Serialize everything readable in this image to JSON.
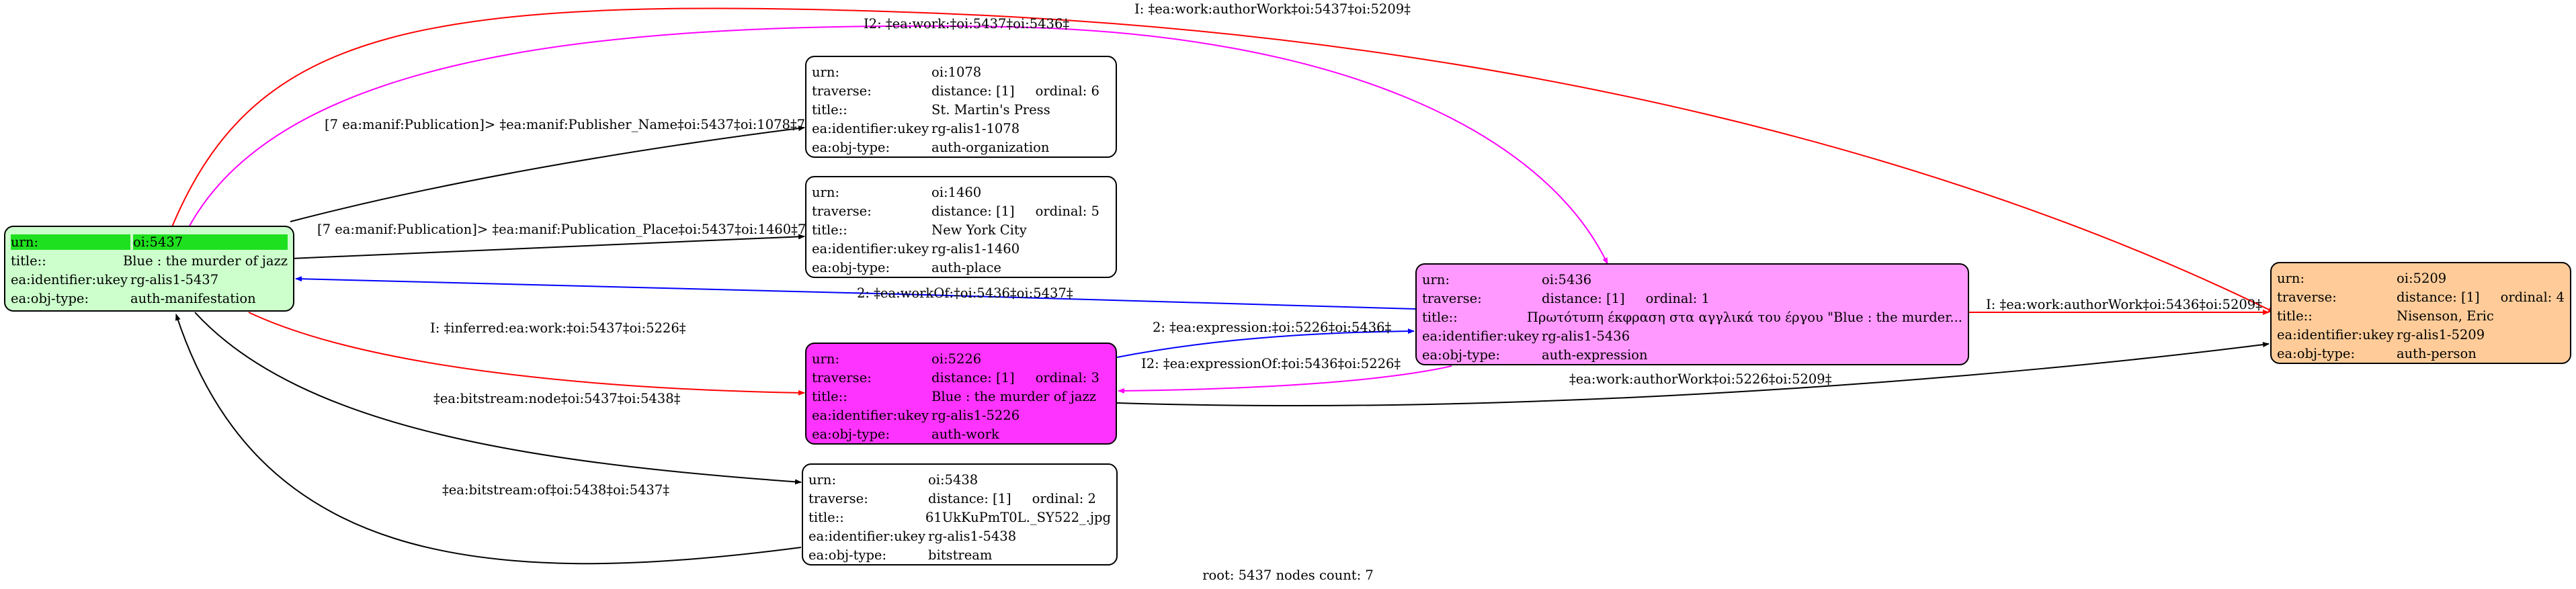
{
  "colors": {
    "black": "#000000",
    "red": "#ff0000",
    "blue": "#0000ff",
    "magenta": "#ff00ff"
  },
  "nodes": {
    "n5437": {
      "fill": "#ccffcc",
      "rows": [
        {
          "key": "urn:",
          "value": "oi:5437"
        },
        {
          "key": "title::",
          "value": "Blue : the murder of jazz"
        },
        {
          "key": "ea:identifier:ukey",
          "value": "rg-alis1-5437"
        },
        {
          "key": "ea:obj-type:",
          "value": "auth-manifestation"
        }
      ]
    },
    "n1078": {
      "fill": "#ffffff",
      "rows": [
        {
          "key": "urn:",
          "value": "oi:1078"
        },
        {
          "key": "traverse:",
          "value": "distance: [1]     ordinal: 6"
        },
        {
          "key": "title::",
          "value": "St. Martin's Press"
        },
        {
          "key": "ea:identifier:ukey",
          "value": "rg-alis1-1078"
        },
        {
          "key": "ea:obj-type:",
          "value": "auth-organization"
        }
      ]
    },
    "n1460": {
      "fill": "#ffffff",
      "rows": [
        {
          "key": "urn:",
          "value": "oi:1460"
        },
        {
          "key": "traverse:",
          "value": "distance: [1]     ordinal: 5"
        },
        {
          "key": "title::",
          "value": "New York City"
        },
        {
          "key": "ea:identifier:ukey",
          "value": "rg-alis1-1460"
        },
        {
          "key": "ea:obj-type:",
          "value": "auth-place"
        }
      ]
    },
    "n5436": {
      "fill": "#ff99ff",
      "rows": [
        {
          "key": "urn:",
          "value": "oi:5436"
        },
        {
          "key": "traverse:",
          "value": "distance: [1]     ordinal: 1"
        },
        {
          "key": "title::",
          "value": "Πρωτότυπη έκφραση στα αγγλικά του έργου \"Blue : the murder..."
        },
        {
          "key": "ea:identifier:ukey",
          "value": "rg-alis1-5436"
        },
        {
          "key": "ea:obj-type:",
          "value": "auth-expression"
        }
      ]
    },
    "n5209": {
      "fill": "#ffcc99",
      "rows": [
        {
          "key": "urn:",
          "value": "oi:5209"
        },
        {
          "key": "traverse:",
          "value": "distance: [1]     ordinal: 4"
        },
        {
          "key": "title::",
          "value": "Nisenson, Eric"
        },
        {
          "key": "ea:identifier:ukey",
          "value": "rg-alis1-5209"
        },
        {
          "key": "ea:obj-type:",
          "value": "auth-person"
        }
      ]
    },
    "n5226": {
      "fill": "#ff33ff",
      "rows": [
        {
          "key": "urn:",
          "value": "oi:5226"
        },
        {
          "key": "traverse:",
          "value": "distance: [1]     ordinal: 3"
        },
        {
          "key": "title::",
          "value": "Blue : the murder of jazz"
        },
        {
          "key": "ea:identifier:ukey",
          "value": "rg-alis1-5226"
        },
        {
          "key": "ea:obj-type:",
          "value": "auth-work"
        }
      ]
    },
    "n5438": {
      "fill": "#ffffff",
      "rows": [
        {
          "key": "urn:",
          "value": "oi:5438"
        },
        {
          "key": "traverse:",
          "value": "distance: [1]     ordinal: 2"
        },
        {
          "key": "title::",
          "value": "61UkKuPmT0L._SY522_.jpg"
        },
        {
          "key": "ea:identifier:ukey",
          "value": "rg-alis1-5438"
        },
        {
          "key": "ea:obj-type:",
          "value": "bitstream"
        }
      ]
    }
  },
  "edges": {
    "e1": "I: ‡ea:work:authorWork‡oi:5437‡oi:5209‡",
    "e2": "I2: ‡ea:work:‡oi:5437‡oi:5436‡",
    "e3": "[7 ea:manif:Publication]> ‡ea:manif:Publisher_Name‡oi:5437‡oi:1078‡7",
    "e4": "[7 ea:manif:Publication]> ‡ea:manif:Publication_Place‡oi:5437‡oi:1460‡7",
    "e5": "2: ‡ea:workOf:‡oi:5436‡oi:5437‡",
    "e6": "I: ‡ea:work:authorWork‡oi:5436‡oi:5209‡",
    "e7": "I: ‡inferred:ea:work:‡oi:5437‡oi:5226‡",
    "e8": "2: ‡ea:expression:‡oi:5226‡oi:5436‡",
    "e9": "I2: ‡ea:expressionOf:‡oi:5436‡oi:5226‡",
    "e10": "‡ea:work:authorWork‡oi:5226‡oi:5209‡",
    "e11": "‡ea:bitstream:node‡oi:5437‡oi:5438‡",
    "e12": "‡ea:bitstream:of‡oi:5438‡oi:5437‡"
  },
  "footer": "root: 5437 nodes count: 7"
}
